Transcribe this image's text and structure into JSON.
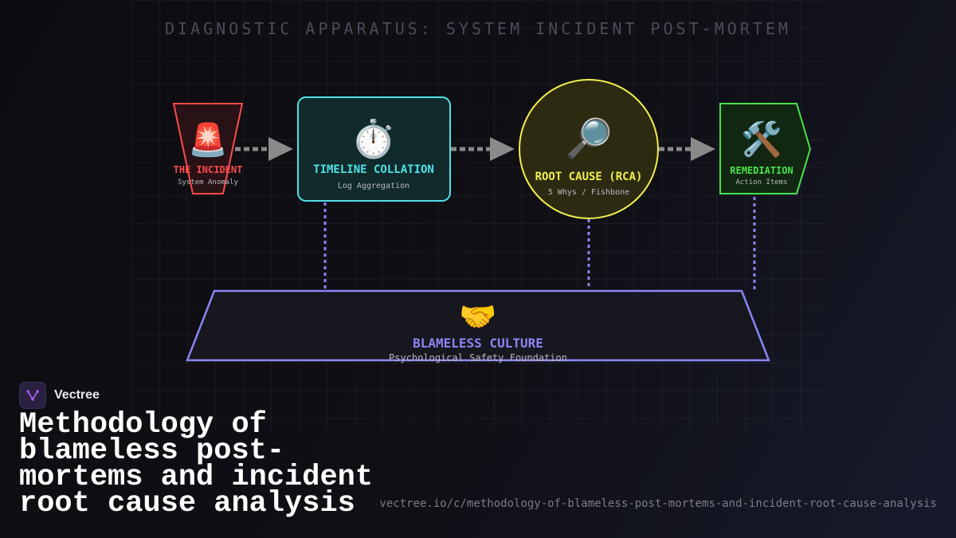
{
  "diagram": {
    "title": "DIAGNOSTIC APPARATUS: SYSTEM INCIDENT POST-MORTEM",
    "nodes": [
      {
        "id": "incident",
        "label": "THE INCIDENT",
        "sub": "System Anomaly",
        "icon": "🚨",
        "icon_name": "siren-icon",
        "color": "#ff4a4a"
      },
      {
        "id": "timeline",
        "label": "TIMELINE COLLATION",
        "sub": "Log Aggregation",
        "icon": "⏱️",
        "icon_name": "stopwatch-icon",
        "color": "#4fe3e6"
      },
      {
        "id": "rca",
        "label": "ROOT CAUSE (RCA)",
        "sub": "5 Whys / Fishbone",
        "icon": "🔎",
        "icon_name": "magnifier-icon",
        "color": "#f2ef4f"
      },
      {
        "id": "remediation",
        "label": "REMEDIATION",
        "sub": "Action Items",
        "icon": "🛠️",
        "icon_name": "tools-icon",
        "color": "#48e24a"
      }
    ],
    "foundation": {
      "label": "BLAMELESS CULTURE",
      "sub": "Psychological Safety Foundation",
      "icon": "🤝",
      "icon_name": "handshake-icon",
      "color": "#8b86f4"
    }
  },
  "brand": {
    "name": "Vectree",
    "icon_name": "vectree-logo-icon",
    "accent": "#a45cf0"
  },
  "headline": "Methodology of blameless post-mortems and incident root cause analysis",
  "url": "vectree.io/c/methodology-of-blameless-post-mortems-and-incident-root-cause-analysis"
}
